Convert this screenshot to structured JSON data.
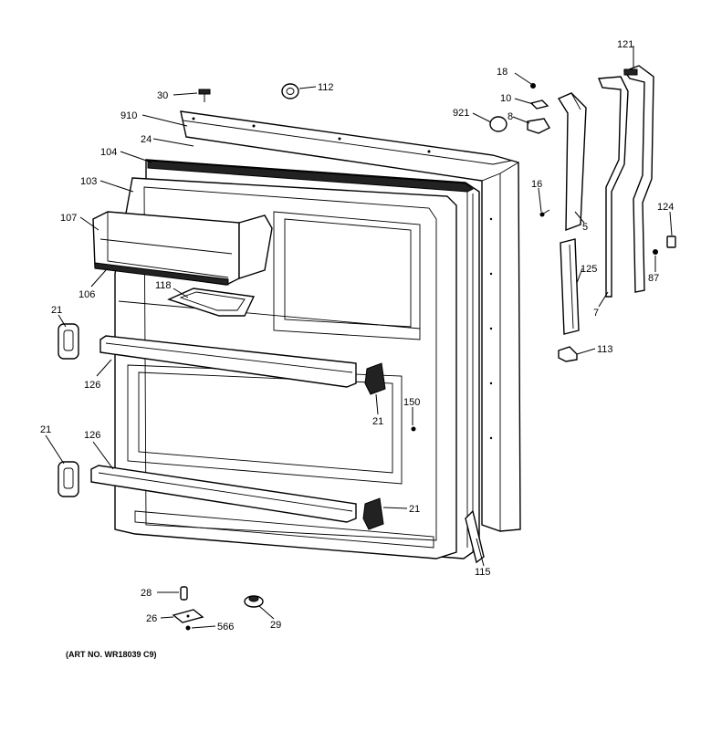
{
  "diagram": {
    "caption": "(ART NO. WR18039 C9)",
    "callouts": [
      {
        "id": "c30",
        "text": "30"
      },
      {
        "id": "c112",
        "text": "112"
      },
      {
        "id": "c910",
        "text": "910"
      },
      {
        "id": "c24",
        "text": "24"
      },
      {
        "id": "c104",
        "text": "104"
      },
      {
        "id": "c103",
        "text": "103"
      },
      {
        "id": "c107",
        "text": "107"
      },
      {
        "id": "c106",
        "text": "106"
      },
      {
        "id": "c118",
        "text": "118"
      },
      {
        "id": "c21a",
        "text": "21"
      },
      {
        "id": "c126a",
        "text": "126"
      },
      {
        "id": "c21b",
        "text": "21"
      },
      {
        "id": "c150",
        "text": "150"
      },
      {
        "id": "c21c",
        "text": "21"
      },
      {
        "id": "c126b",
        "text": "126"
      },
      {
        "id": "c21d",
        "text": "21"
      },
      {
        "id": "c115",
        "text": "115"
      },
      {
        "id": "c18",
        "text": "18"
      },
      {
        "id": "c10",
        "text": "10"
      },
      {
        "id": "c921",
        "text": "921"
      },
      {
        "id": "c8",
        "text": "8"
      },
      {
        "id": "c16",
        "text": "16"
      },
      {
        "id": "c5",
        "text": "5"
      },
      {
        "id": "c121",
        "text": "121"
      },
      {
        "id": "c124",
        "text": "124"
      },
      {
        "id": "c87",
        "text": "87"
      },
      {
        "id": "c125",
        "text": "125"
      },
      {
        "id": "c7",
        "text": "7"
      },
      {
        "id": "c113",
        "text": "113"
      },
      {
        "id": "c28",
        "text": "28"
      },
      {
        "id": "c26",
        "text": "26"
      },
      {
        "id": "c566",
        "text": "566"
      },
      {
        "id": "c29",
        "text": "29"
      }
    ]
  }
}
